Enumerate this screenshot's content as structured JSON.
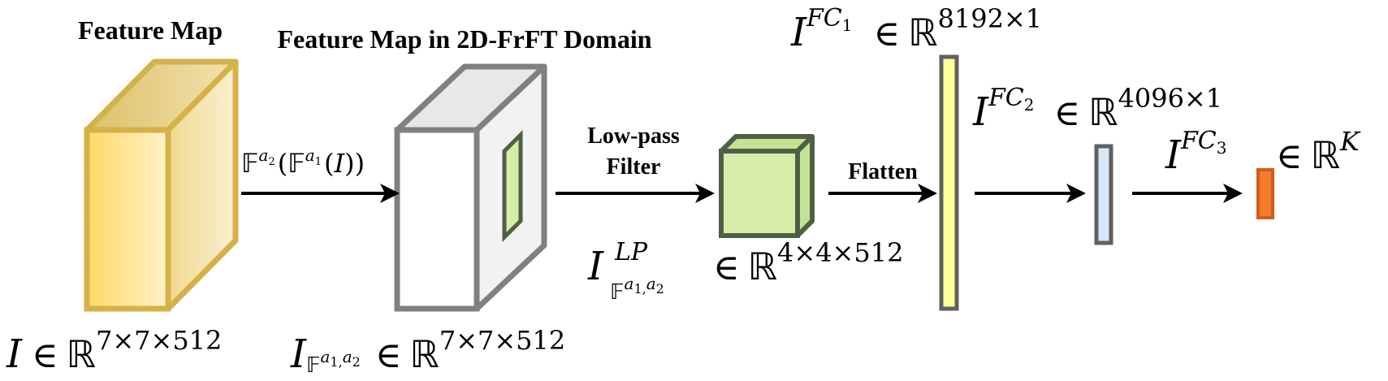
{
  "titles": {
    "feature_map": "Feature Map",
    "frft_domain": "Feature Map in 2D-FrFT Domain"
  },
  "operations": {
    "lowpass_line1": "Low-pass",
    "lowpass_line2": "Filter",
    "flatten": "Flatten"
  },
  "symbols": {
    "elem": "∈",
    "reals": "ℝ",
    "blackboard_F": "𝔽"
  },
  "formulas": {
    "transform": {
      "a2": "a",
      "a2_sub": "2",
      "a1": "a",
      "a1_sub": "1",
      "arg": "I"
    },
    "input": {
      "var": "I",
      "dims": "7×7×512"
    },
    "frft": {
      "var": "I",
      "sup_a": "a",
      "sub_12": "1,",
      "sub_a2": "a",
      "sub_2": "2",
      "dims": "7×7×512"
    },
    "lowpass": {
      "var": "I",
      "sup": "LP",
      "sup_a": "a",
      "sub_12": "1,",
      "sub_a2": "a",
      "sub_2": "2",
      "dims": "4×4×512"
    },
    "fc1": {
      "var": "I",
      "sup": "FC",
      "sup_sub": "1",
      "dims": "8192×1"
    },
    "fc2": {
      "var": "I",
      "sup": "FC",
      "sup_sub": "2",
      "dims": "4096×1"
    },
    "fc3": {
      "var": "I",
      "sup": "FC",
      "sup_sub": "3",
      "dims": "K"
    }
  },
  "colors": {
    "feature_map_stroke": "#D4B24A",
    "feature_map_front_start": "#FFD966",
    "feature_map_front_end": "#FFF0C8",
    "frft_stroke": "#808080",
    "green_fill": "#D5EDA8",
    "green_stroke": "#4F5F45",
    "fc1_fill": "#FFFF99",
    "fc2_fill": "#D6E8F8",
    "fc3_fill": "#F47B2A",
    "fc3_stroke": "#D45A1A"
  },
  "icons": {
    "arrows": "arrow-right-icon"
  }
}
